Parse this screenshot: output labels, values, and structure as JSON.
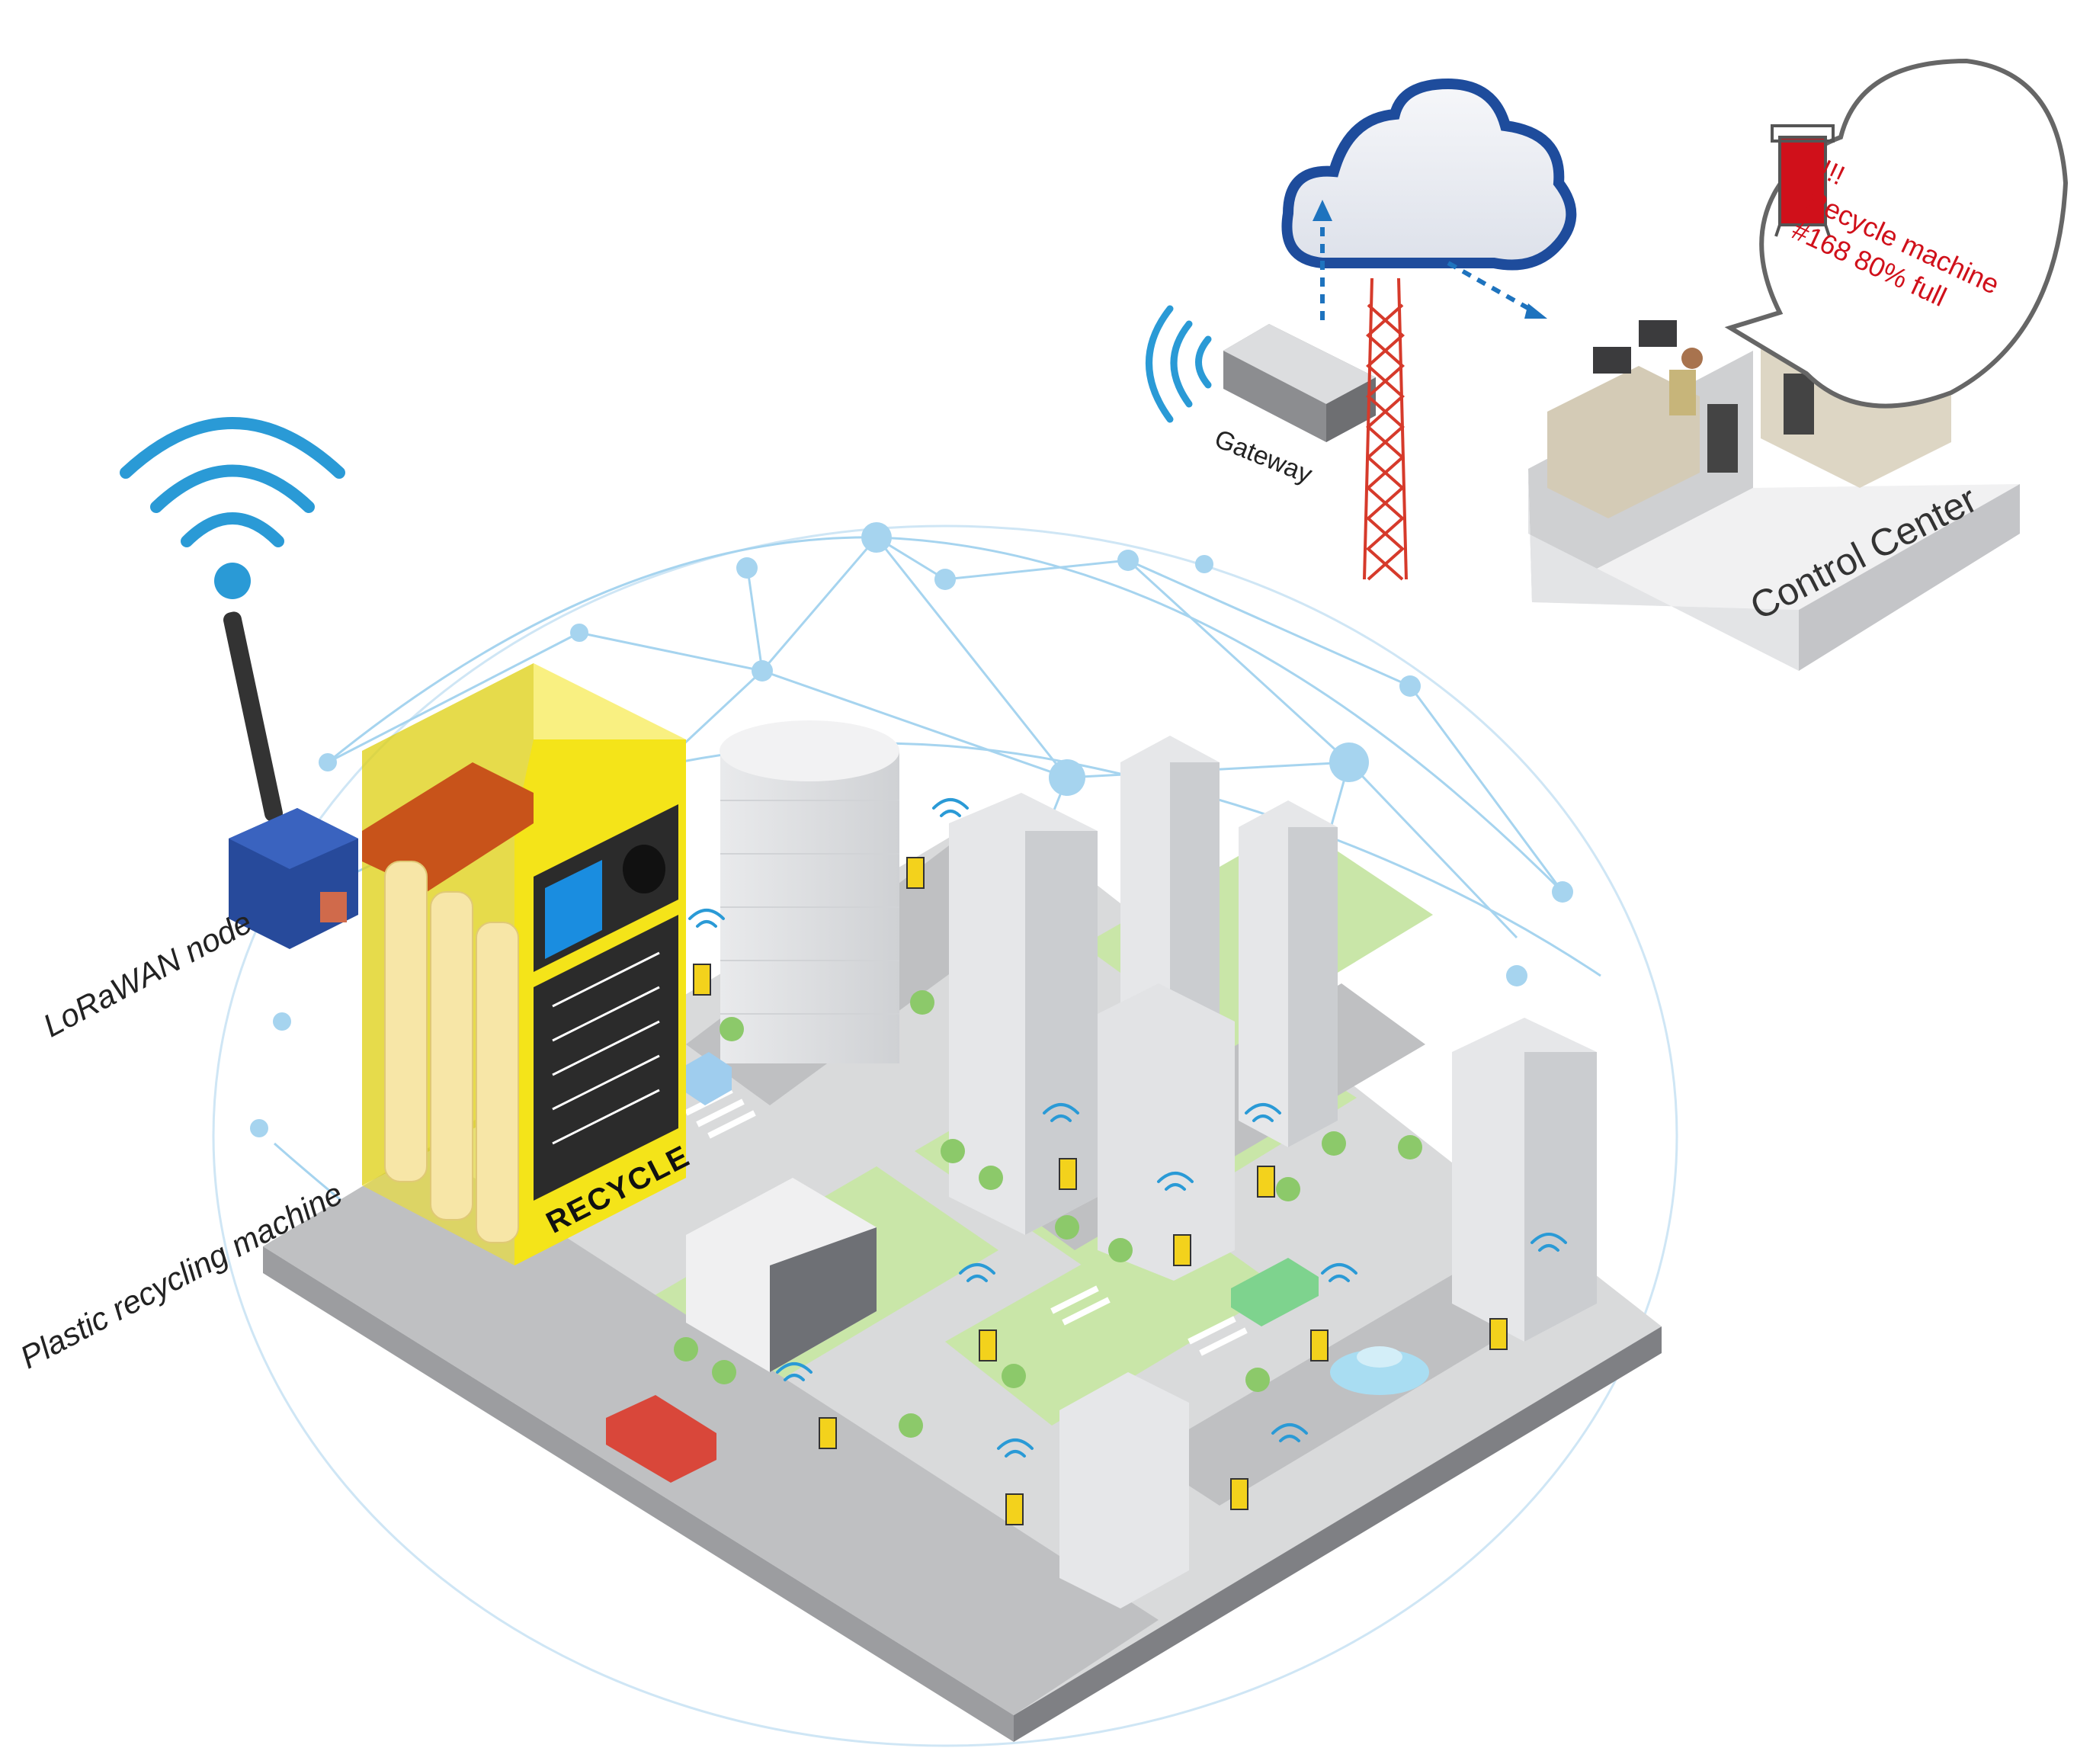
{
  "labels": {
    "lorawan_node": "LoRaWAN node",
    "recycling_machine": "Plastic recycling machine",
    "gateway": "Gateway",
    "control_center": "Control Center",
    "machine_text": "RECYCLE"
  },
  "alert": {
    "line1": "!!!",
    "line2": "Recycle machine",
    "line3": "#168 80% full"
  },
  "colors": {
    "wifi": "#2a9ad6",
    "machine_yellow": "#f4e419",
    "alert_red": "#d0101a",
    "node_blue": "#274a9b",
    "network_lines": "#a6d4ef"
  }
}
